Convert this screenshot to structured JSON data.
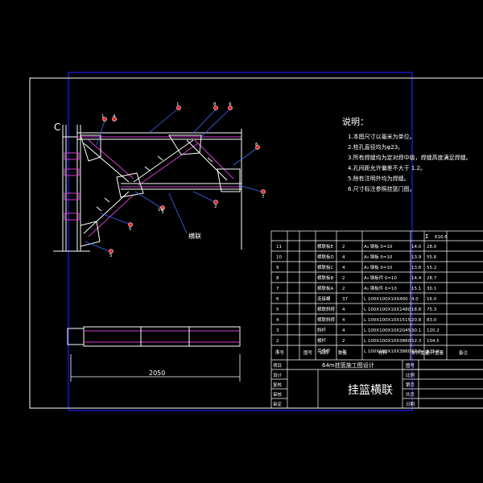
{
  "colors": {
    "background": "#000000",
    "border": "#1e1ef5",
    "lines": "#ffffff",
    "accent_blue": "#3a6cff",
    "accent_red": "#ff2020",
    "member_magenta": "#d23cd2",
    "dim_cyan": "#00e0e0",
    "member_yellow": "#f0e000"
  },
  "drawing": {
    "corner_letter": "C",
    "member_label": "横联",
    "dimension": "2050",
    "callouts": [
      "1",
      "4",
      "1",
      "8",
      "9",
      "6",
      "7",
      "2",
      "3",
      "5",
      "10",
      "5"
    ]
  },
  "notes": {
    "title": "说明：",
    "items": [
      "1.本图尺寸以毫米为单位。",
      "2.栓孔直径均为φ23。",
      "3.所有焊缝均为定对焊中级，焊缝高度满足焊缝。",
      "4.孔间距允许偏差不大于 1.2。",
      "5.除有注明外均为焊缝。",
      "6.尺寸标注参照挂篮门图。"
    ]
  },
  "bom": {
    "total_label": "Σ",
    "total_value": "616.6",
    "headers": {
      "no": "序号",
      "drawing": "图号",
      "name": "名称",
      "qty": "数量",
      "material": "材料",
      "unit_weight": "单件重量",
      "total_weight": "总计重量",
      "remark": "备注"
    },
    "rows": [
      {
        "no": "11",
        "name": "横联板E",
        "qty": "2",
        "material": "A₃ 钢板 δ=10",
        "unit": "14.0",
        "total": "28.0"
      },
      {
        "no": "10",
        "name": "横联板D",
        "qty": "4",
        "material": "A₃ 钢板 δ=10",
        "unit": "13.9",
        "total": "55.6"
      },
      {
        "no": "9",
        "name": "横联板C",
        "qty": "4",
        "material": "A₃ 钢板 δ=10",
        "unit": "13.8",
        "total": "55.2"
      },
      {
        "no": "8",
        "name": "横联板B",
        "qty": "2",
        "material": "A₃ 钢板件 δ=10",
        "unit": "14.4",
        "total": "28.7"
      },
      {
        "no": "7",
        "name": "横联板A",
        "qty": "2",
        "material": "A₃ 钢板件 δ=10",
        "unit": "15.1",
        "total": "30.1"
      },
      {
        "no": "6",
        "name": "连接螺",
        "qty": "37",
        "material": "L 100X100X10X400",
        "unit": "4.0",
        "total": "16.0"
      },
      {
        "no": "5",
        "name": "横联斜撑",
        "qty": "4",
        "material": "L 100X100X10X1480",
        "unit": "18.8",
        "total": "75.3"
      },
      {
        "no": "4",
        "name": "横联斜撑",
        "qty": "4",
        "material": "L 100X100X10X1515",
        "unit": "20.8",
        "total": "83.0"
      },
      {
        "no": "3",
        "name": "斜杆",
        "qty": "4",
        "material": "L 100X100X10X2045",
        "unit": "30.1",
        "total": "120.2"
      },
      {
        "no": "2",
        "name": "横杆",
        "qty": "2",
        "material": "L 100X100X10X3860",
        "unit": "52.3",
        "total": "104.5"
      },
      {
        "no": "1",
        "name": "吊竖杆",
        "qty": "2",
        "material": "L 100X100X10X3860",
        "unit": "67.6",
        "total": "135.2"
      }
    ]
  },
  "title_block": {
    "project_label": "项目",
    "project_value": "64m挂篮施工图设计",
    "drawing_title": "挂篮横联",
    "left_labels": [
      "设计",
      "复核",
      "审核",
      "审定"
    ],
    "right_labels": [
      "图号",
      "比例",
      "第页",
      "共页",
      "日期"
    ]
  }
}
